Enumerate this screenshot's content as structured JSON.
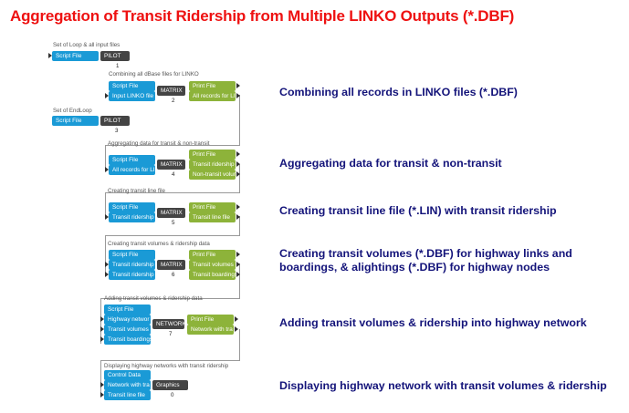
{
  "title": "Aggregation of Transit Ridership from Multiple LINKO Outputs (*.DBF)",
  "colors": {
    "title": "#ee1111",
    "description": "#14147a",
    "input_box": "#1a9ad6",
    "output_box": "#8db33a",
    "program_box": "#444444"
  },
  "steps": [
    {
      "group_label": "Set of Loop & all input files",
      "inputs": [
        "Script File"
      ],
      "program": "PILOT",
      "number": "1",
      "outputs": []
    },
    {
      "group_label": "Combining all dBase files for LINKO",
      "inputs": [
        "Script File",
        "Input LINKO file"
      ],
      "program": "MATRIX",
      "number": "2",
      "outputs": [
        "Print File",
        "All records for LI"
      ]
    },
    {
      "group_label": "Set of EndLoop",
      "inputs": [
        "Script File"
      ],
      "program": "PILOT",
      "number": "3",
      "outputs": []
    },
    {
      "group_label": "Aggregating data for transit & non-transit",
      "inputs": [
        "Script File",
        "All records for LI"
      ],
      "program": "MATRIX",
      "number": "4",
      "outputs": [
        "Print File",
        "Transit ridership",
        "Non-transit volun"
      ]
    },
    {
      "group_label": "Creating transit line file",
      "inputs": [
        "Script File",
        "Transit ridership"
      ],
      "program": "MATRIX",
      "number": "5",
      "outputs": [
        "Print File",
        "Transit line file"
      ]
    },
    {
      "group_label": "Creating transit volumes & ridership data",
      "inputs": [
        "Script File",
        "Transit ridership",
        "Transit ridership"
      ],
      "program": "MATRIX",
      "number": "6",
      "outputs": [
        "Print File",
        "Transit volumes",
        "Transit boardings"
      ]
    },
    {
      "group_label": "Adding transit volumes & ridership data",
      "inputs": [
        "Script File",
        "Highway networ",
        "Transit volumes",
        "Transit boardings"
      ],
      "program": "NETWORK",
      "number": "7",
      "outputs": [
        "Print File",
        "Network with tra"
      ]
    },
    {
      "group_label": "Displaying highway networks with transit ridership",
      "inputs": [
        "Control Data",
        "Network with tra",
        "Transit line file"
      ],
      "program": "Graphics",
      "number": "0",
      "outputs": []
    }
  ],
  "descriptions": [
    "Combining all records in LINKO files (*.DBF)",
    "Aggregating data for transit & non-transit",
    "Creating transit line file (*.LIN) with transit ridership",
    "Creating transit volumes (*.DBF) for highway links and",
    "boardings, & alightings (*.DBF) for highway nodes",
    "Adding transit volumes & ridership into highway network",
    "Displaying highway network with transit volumes & ridership"
  ]
}
